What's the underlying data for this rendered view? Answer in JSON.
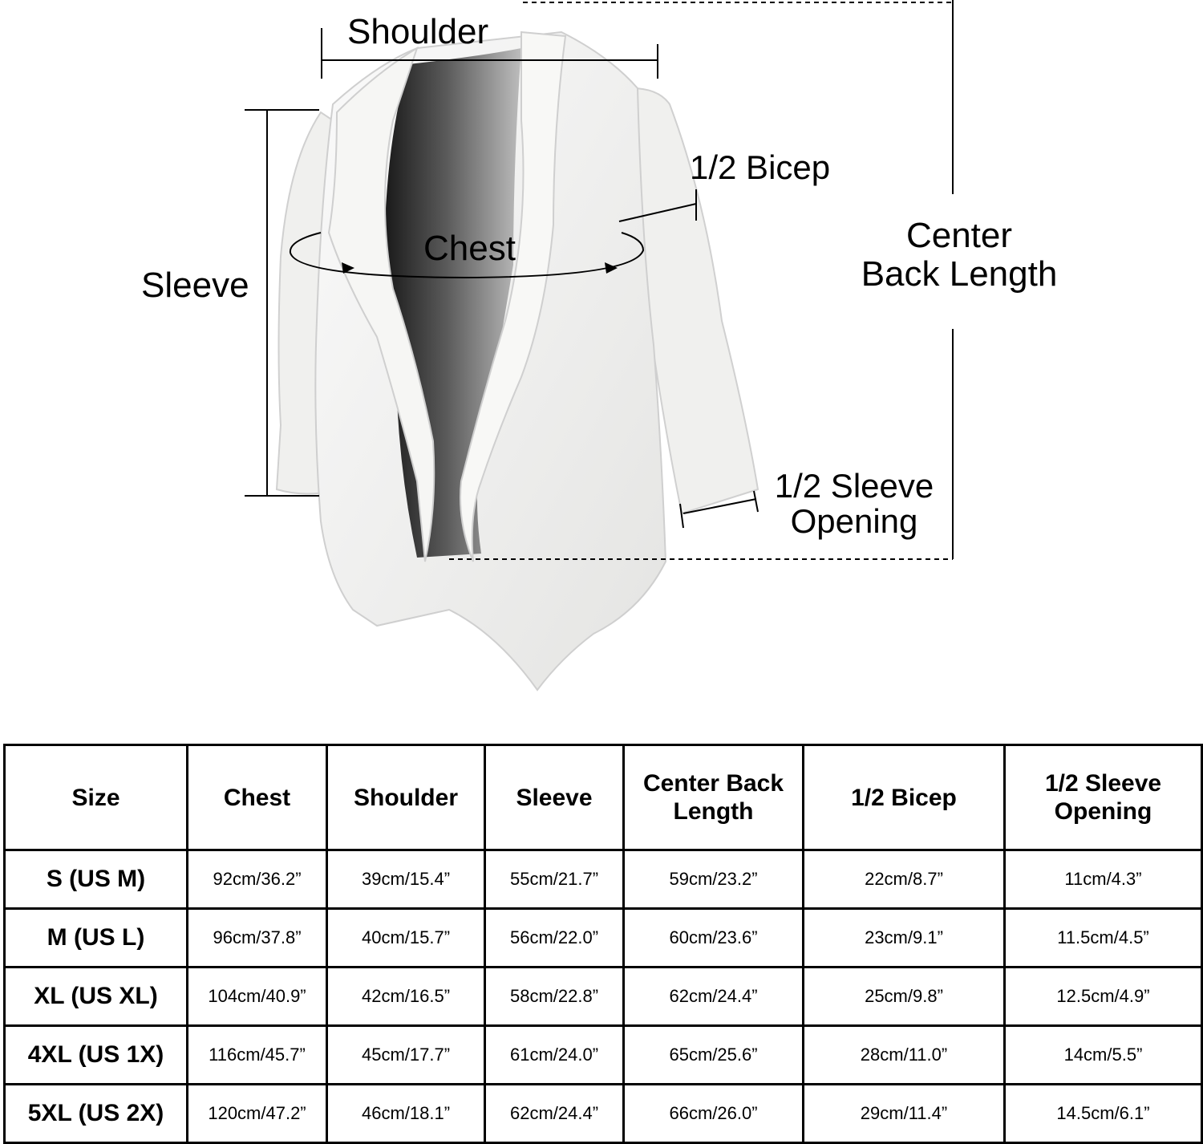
{
  "diagram": {
    "labels": {
      "shoulder": "Shoulder",
      "bicep": "1/2 Bicep",
      "chest": "Chest",
      "sleeve": "Sleeve",
      "center_back_length": [
        "Center",
        "Back Length"
      ],
      "sleeve_opening": [
        "1/2 Sleeve",
        "Opening"
      ]
    },
    "garment_color": "#f2f2f0"
  },
  "size_table": {
    "headers": {
      "size": "Size",
      "chest": "Chest",
      "shoulder": "Shoulder",
      "sleeve": "Sleeve",
      "center_back_length": [
        "Center Back",
        "Length"
      ],
      "bicep": "1/2 Bicep",
      "sleeve_opening": [
        "1/2 Sleeve",
        "Opening"
      ]
    },
    "rows": [
      {
        "size": "S (US M)",
        "chest": "92cm/36.2”",
        "shoulder": "39cm/15.4”",
        "sleeve": "55cm/21.7”",
        "center_back_length": "59cm/23.2”",
        "bicep": "22cm/8.7”",
        "sleeve_opening": "11cm/4.3”"
      },
      {
        "size": "M (US L)",
        "chest": "96cm/37.8”",
        "shoulder": "40cm/15.7”",
        "sleeve": "56cm/22.0”",
        "center_back_length": "60cm/23.6”",
        "bicep": "23cm/9.1”",
        "sleeve_opening": "11.5cm/4.5”"
      },
      {
        "size": "XL (US XL)",
        "chest": "104cm/40.9”",
        "shoulder": "42cm/16.5”",
        "sleeve": "58cm/22.8”",
        "center_back_length": "62cm/24.4”",
        "bicep": "25cm/9.8”",
        "sleeve_opening": "12.5cm/4.9”"
      },
      {
        "size": "4XL (US 1X)",
        "chest": "116cm/45.7”",
        "shoulder": "45cm/17.7”",
        "sleeve": "61cm/24.0”",
        "center_back_length": "65cm/25.6”",
        "bicep": "28cm/11.0”",
        "sleeve_opening": "14cm/5.5”"
      },
      {
        "size": "5XL (US 2X)",
        "chest": "120cm/47.2”",
        "shoulder": "46cm/18.1”",
        "sleeve": "62cm/24.4”",
        "center_back_length": "66cm/26.0”",
        "bicep": "29cm/11.4”",
        "sleeve_opening": "14.5cm/6.1”"
      }
    ]
  }
}
